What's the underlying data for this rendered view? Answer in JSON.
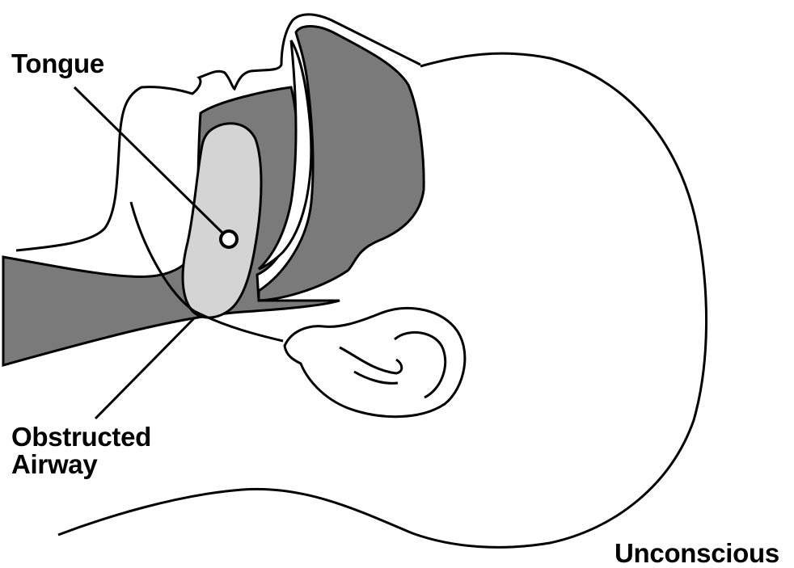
{
  "labels": {
    "tongue": "Tongue",
    "obstructed_line1": "Obstructed",
    "obstructed_line2": "Airway",
    "unconscious": "Unconscious"
  },
  "colors": {
    "outline": "#000000",
    "airway_dark": "#7a7a7a",
    "tongue_fill": "#d4d4d4",
    "skin": "#ffffff"
  }
}
